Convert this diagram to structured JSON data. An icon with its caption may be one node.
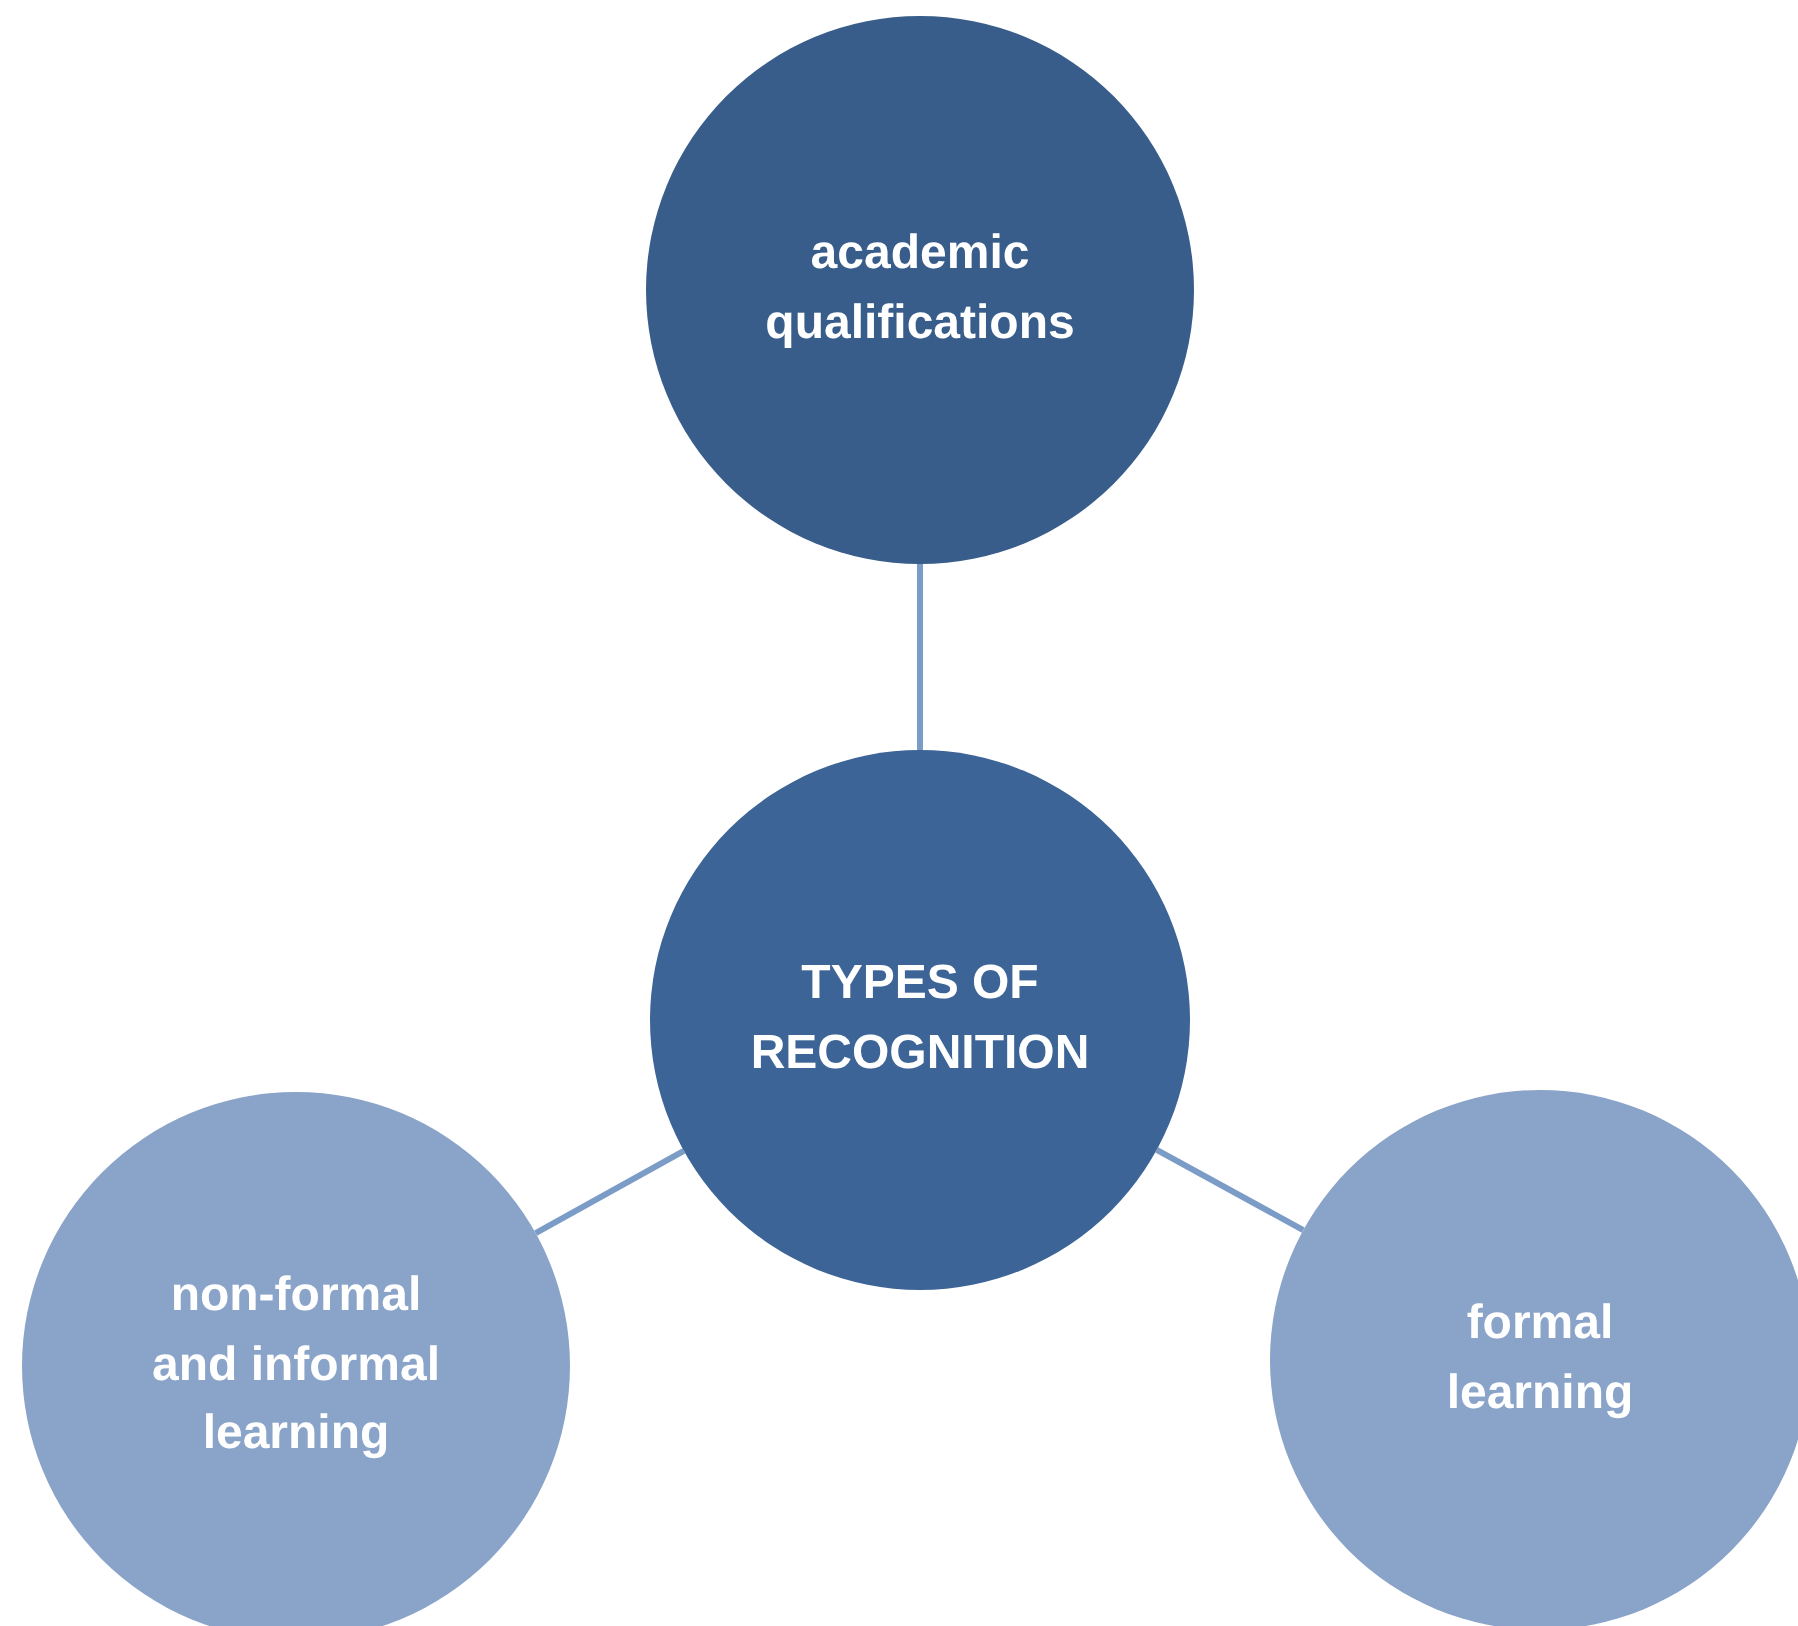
{
  "diagram": {
    "nodes": [
      {
        "text": [
          "academic qualifications"
        ]
      },
      {
        "text": [
          "TYPES OF RECOGNITION"
        ]
      },
      {
        "text": [
          "non-formal and informal learning"
        ]
      },
      {
        "text": [
          "formal learning"
        ]
      }
    ],
    "edges": [
      {
        "from": 1,
        "to": 0,
        "arrow": "none"
      },
      {
        "from": 1,
        "to": 2,
        "arrow": "none"
      },
      {
        "from": 1,
        "to": 3,
        "arrow": "none"
      }
    ]
  }
}
